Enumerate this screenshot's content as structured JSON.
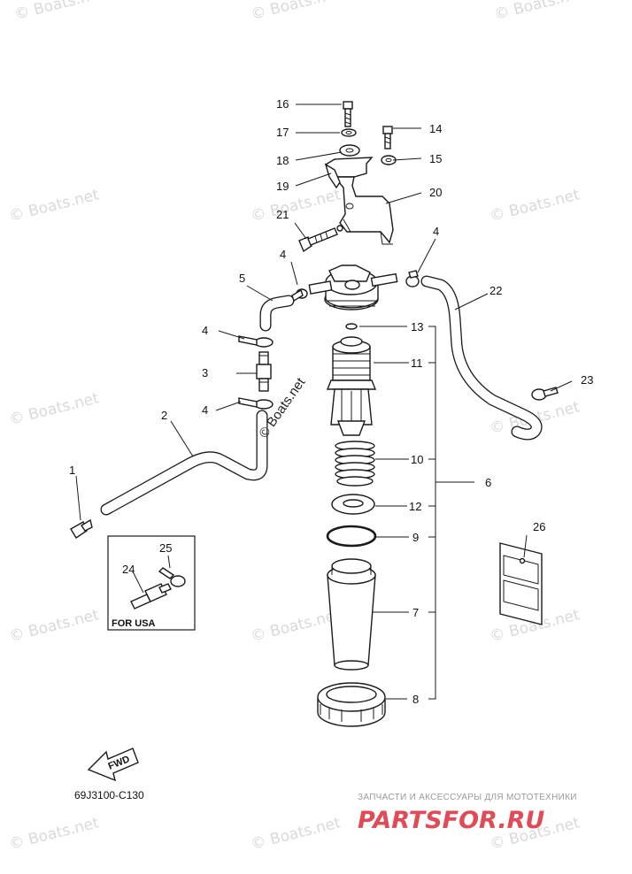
{
  "diagram_code": "69J3100-C130",
  "inset_label": "FOR USA",
  "fwd_label": "FWD",
  "stamp_label": "© Boats.net",
  "watermark": "© Boats.net",
  "brand_caption": "ЗАПЧАСТИ И АКСЕССУАРЫ ДЛЯ МОТОТЕХНИКИ",
  "brand_name": "PARTSFOR.RU",
  "colors": {
    "line": "#1a1a1a",
    "watermark": "#d9d9d9",
    "brand": "#e04b55"
  },
  "callouts": {
    "c1": "1",
    "c2": "2",
    "c3": "3",
    "c4a": "4",
    "c4b": "4",
    "c4c": "4",
    "c4d": "4",
    "c5": "5",
    "c6": "6",
    "c7": "7",
    "c8": "8",
    "c9": "9",
    "c10": "10",
    "c11": "11",
    "c12": "12",
    "c13": "13",
    "c14": "14",
    "c15": "15",
    "c16": "16",
    "c17": "17",
    "c18": "18",
    "c19": "19",
    "c20": "20",
    "c21": "21",
    "c22": "22",
    "c23": "23",
    "c24": "24",
    "c25": "25",
    "c26": "26"
  }
}
